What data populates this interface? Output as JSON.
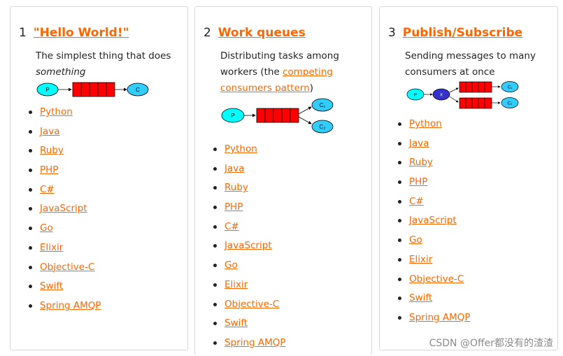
{
  "colors": {
    "accent": "#ff6600",
    "queue": "#ff0000",
    "producer": "#00ffff",
    "consumer": "#33ccff",
    "exchange": "#3333cc"
  },
  "tutorials": [
    {
      "number": "1",
      "title": "\"Hello World!\"",
      "desc_text": "The simplest thing that does",
      "desc_em": "something",
      "diagram_labels": {
        "producer": "P",
        "consumer": "C"
      },
      "links": [
        "Python",
        "Java",
        "Ruby",
        "PHP",
        "C#",
        "JavaScript",
        "Go",
        "Elixir",
        "Objective-C",
        "Swift",
        "Spring AMQP"
      ]
    },
    {
      "number": "2",
      "title": "Work queues",
      "desc_text": "Distributing tasks among workers (the",
      "desc_link": "competing consumers pattern",
      "desc_end": ")",
      "diagram_labels": {
        "producer": "P",
        "consumer1": "C₁",
        "consumer2": "C₂"
      },
      "links": [
        "Python",
        "Java",
        "Ruby",
        "PHP",
        "C#",
        "JavaScript",
        "Go",
        "Elixir",
        "Objective-C",
        "Swift",
        "Spring AMQP"
      ]
    },
    {
      "number": "3",
      "title": "Publish/Subscribe",
      "desc_text": "Sending messages to many consumers at once",
      "diagram_labels": {
        "producer": "P",
        "exchange": "X",
        "consumer1": "C₁",
        "consumer2": "C₂"
      },
      "links": [
        "Python",
        "Java",
        "Ruby",
        "PHP",
        "C#",
        "JavaScript",
        "Go",
        "Elixir",
        "Objective-C",
        "Swift",
        "Spring AMQP"
      ]
    }
  ],
  "watermark": "CSDN @Offer都没有的渣渣"
}
